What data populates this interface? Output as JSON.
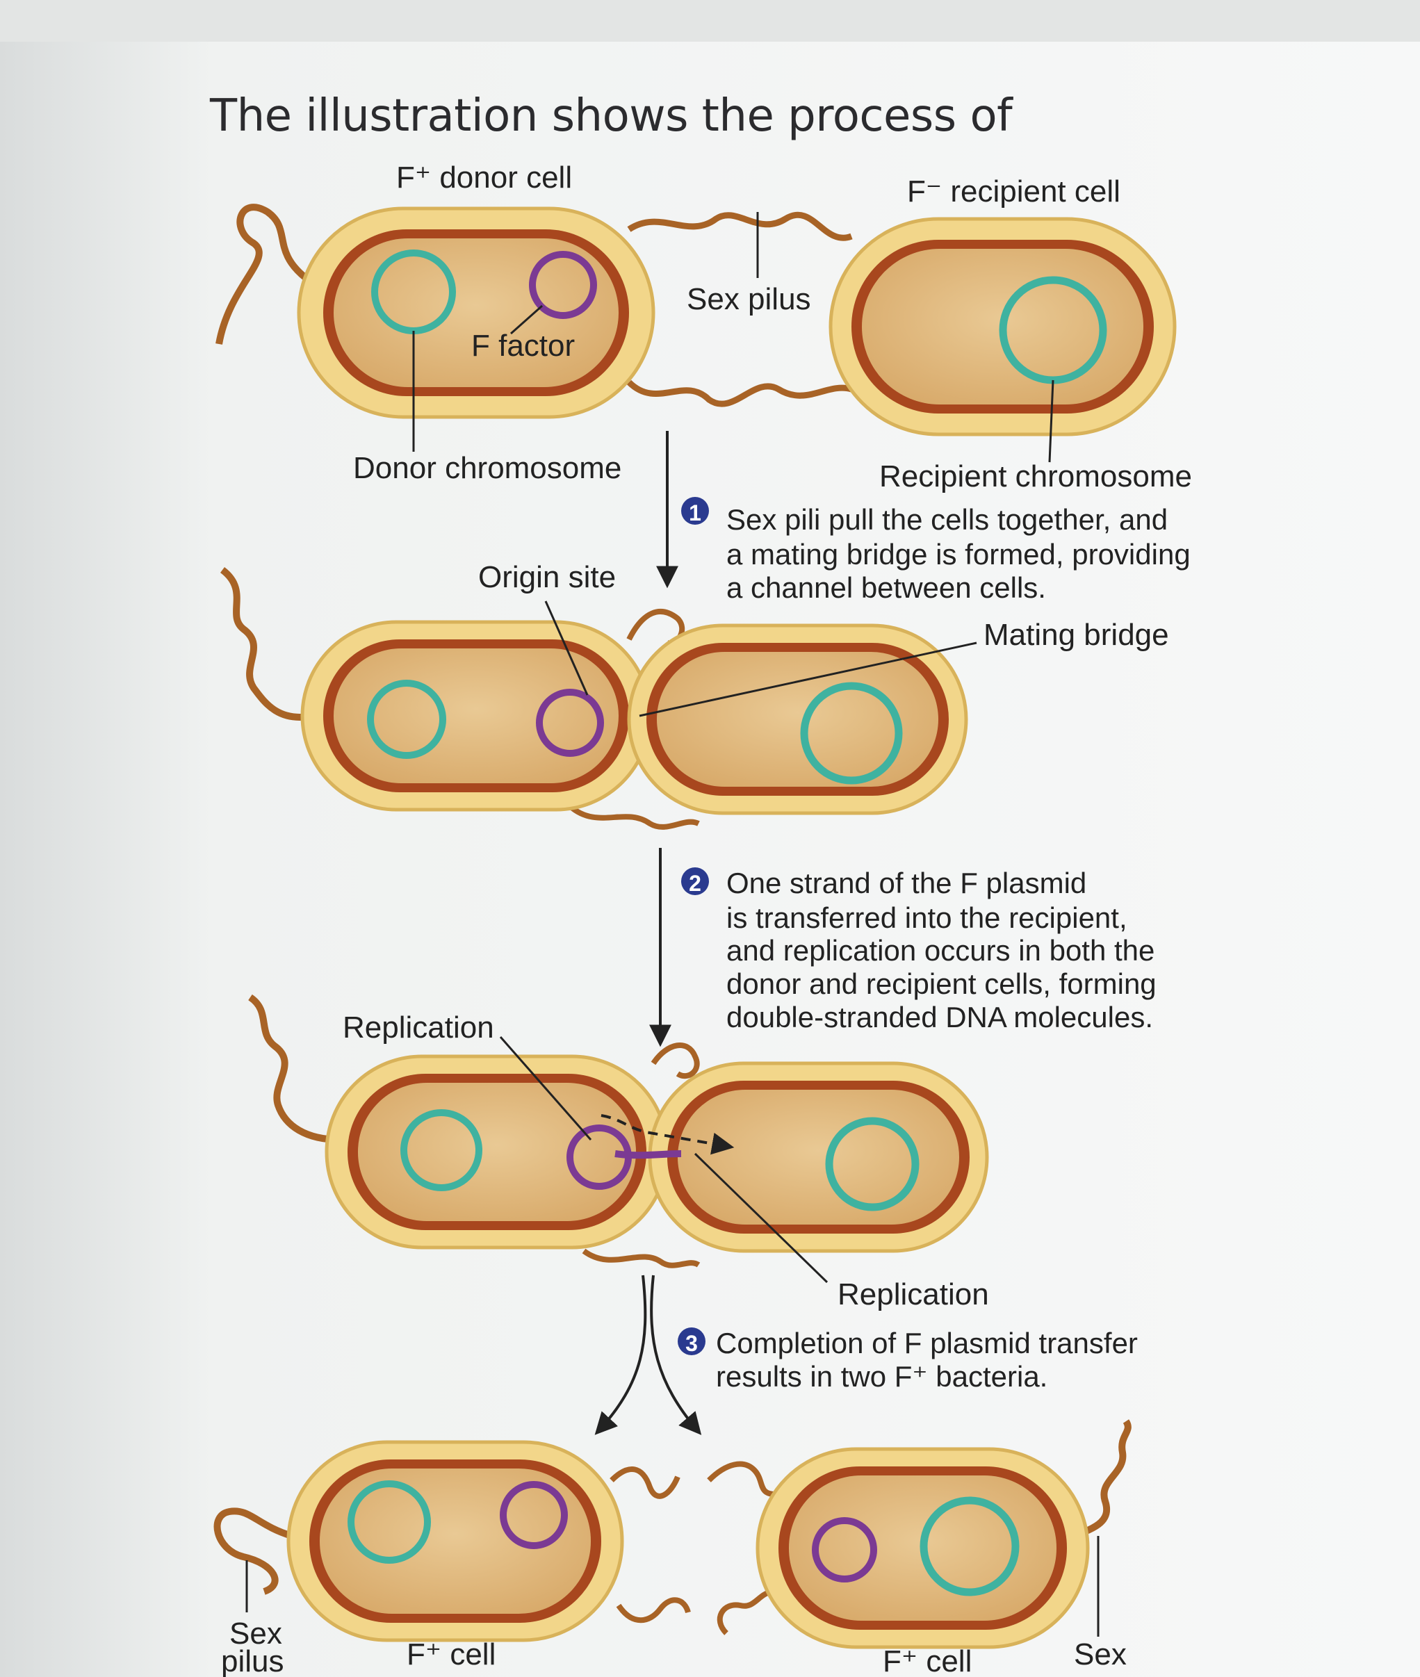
{
  "title": "The illustration shows the process of",
  "labels": {
    "donor_cell": "F⁺ donor cell",
    "recipient_cell": "F⁻ recipient cell",
    "sex_pilus_top": "Sex pilus",
    "f_factor": "F factor",
    "donor_chromosome": "Donor chromosome",
    "recipient_chromosome": "Recipient chromosome",
    "origin_site": "Origin site",
    "mating_bridge": "Mating bridge",
    "replication_left": "Replication",
    "replication_right": "Replication",
    "sex_pilus_bottom_line1": "Sex",
    "sex_pilus_bottom_line2": "pilus",
    "f_plus_cell_left": "F⁺ cell",
    "f_plus_cell_right": "F⁺ cell",
    "sex_bottom_right": "Sex"
  },
  "steps": [
    {
      "number": "1",
      "lines": [
        "Sex pili pull the cells together, and",
        "a mating bridge is formed, providing",
        "a channel between cells."
      ]
    },
    {
      "number": "2",
      "lines": [
        "One strand of the F plasmid",
        "is transferred into the recipient,",
        "and replication occurs in both the",
        "donor and recipient cells, forming",
        "double-stranded DNA molecules."
      ]
    },
    {
      "number": "3",
      "lines": [
        "Completion of F plasmid transfer",
        "results in two F⁺ bacteria."
      ]
    }
  ],
  "colors": {
    "capsule": "#f2d68a",
    "wall": "#a8471e",
    "cytoplasm": "#dcb37c",
    "chromosome": "#3fb2a0",
    "plasmid": "#7b3a93",
    "pilus": "#a86326",
    "badge": "#2a3a8f"
  }
}
